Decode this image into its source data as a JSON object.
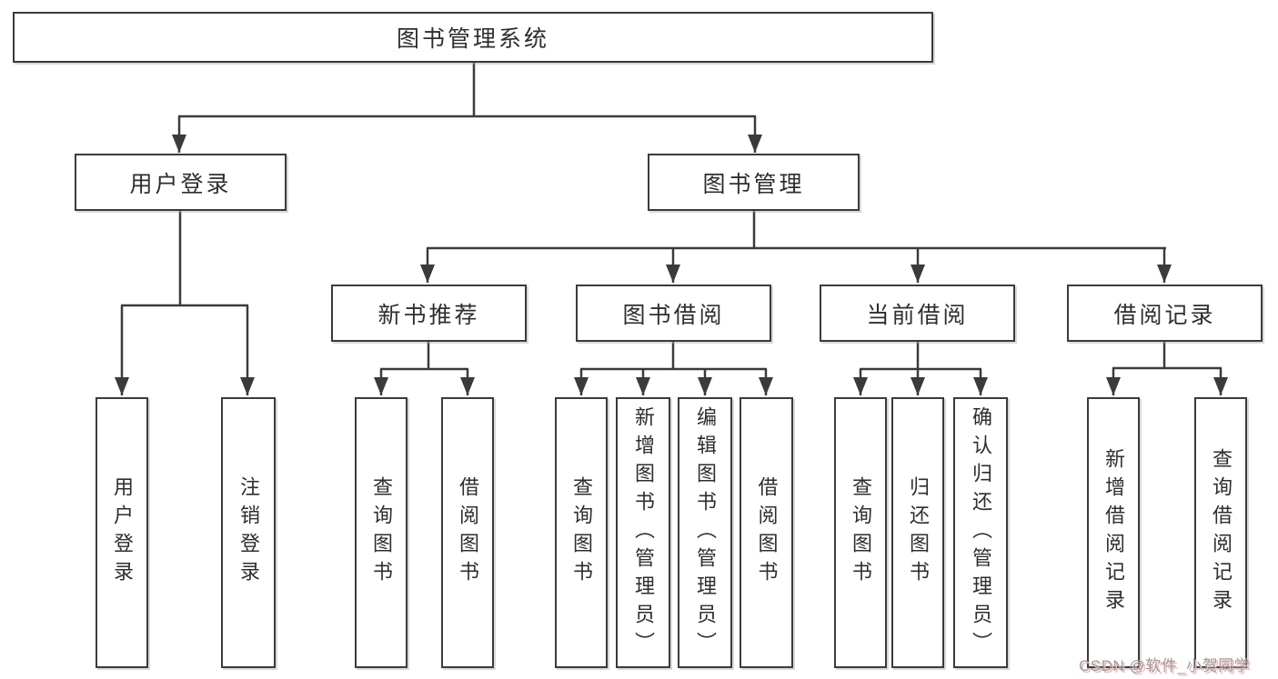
{
  "colors": {
    "ink": "#3b3b3b",
    "text": "#2e2e2e",
    "wm-gray": "#9e9e9e",
    "wm-pink": "#f2b4b4"
  },
  "diagram": {
    "root": "图书管理系统",
    "branches": [
      {
        "label": "用户登录",
        "children": [
          "用户登录",
          "注销登录"
        ]
      },
      {
        "label": "图书管理",
        "sections": [
          {
            "label": "新书推荐",
            "children": [
              "查询图书",
              "借阅图书"
            ]
          },
          {
            "label": "图书借阅",
            "children": [
              "查询图书",
              "新增图书（管理员）",
              "编辑图书（管理员）",
              "借阅图书"
            ]
          },
          {
            "label": "当前借阅",
            "children": [
              "查询图书",
              "归还图书",
              "确认归还（管理员）"
            ]
          },
          {
            "label": "借阅记录",
            "children": [
              "新增借阅记录",
              "查询借阅记录"
            ]
          }
        ]
      }
    ],
    "watermark": "CSDN @软件_小贺同学"
  }
}
